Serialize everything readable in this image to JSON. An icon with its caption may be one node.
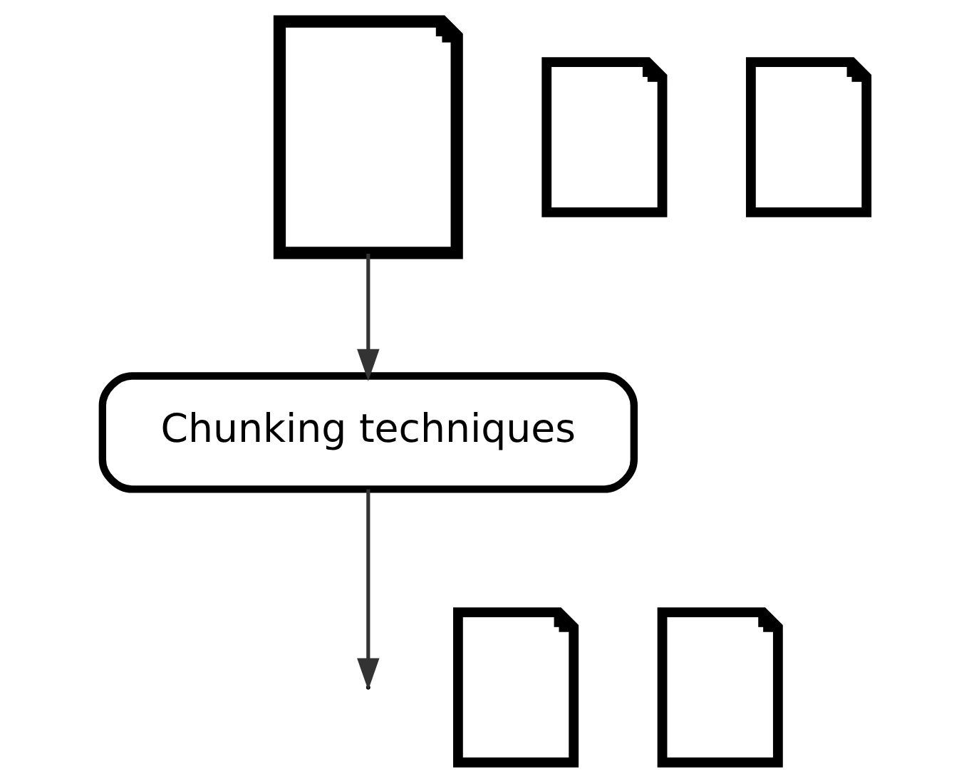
{
  "diagram": {
    "nodes": [
      {
        "text": [],
        "shape": "picture"
      },
      {
        "text": [
          "Chunking techniques"
        ]
      },
      {
        "text": [],
        "shape": "picture"
      },
      {
        "text": [],
        "shape": "picture"
      },
      {
        "text": [],
        "shape": "picture"
      },
      {
        "text": [],
        "shape": "picture"
      }
    ],
    "edges": [
      {
        "from": 0,
        "to": 1,
        "arrow": "to"
      },
      {
        "from": 1,
        "to": null,
        "arrow": "to"
      }
    ]
  }
}
